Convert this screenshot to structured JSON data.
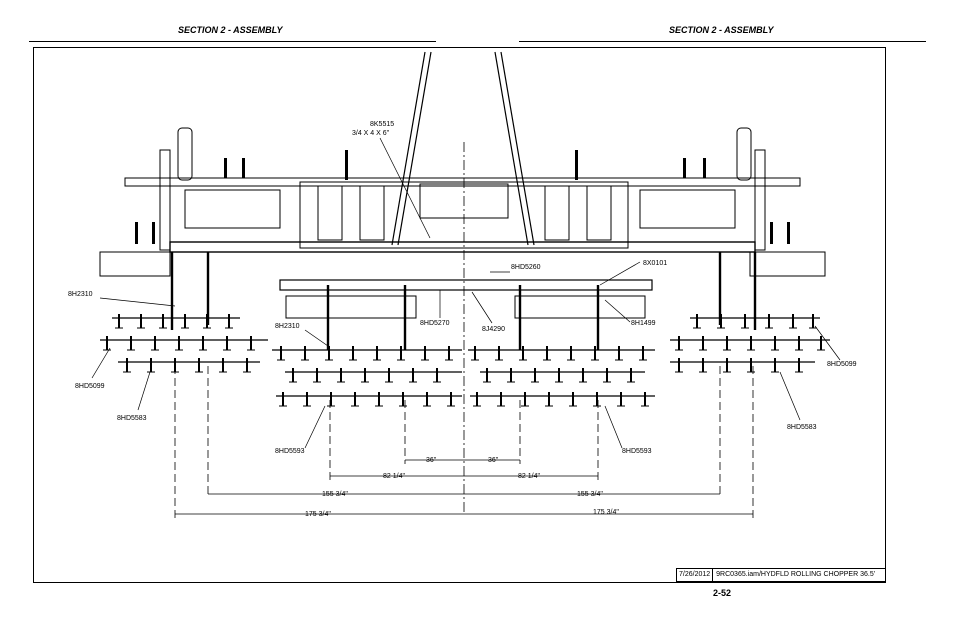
{
  "header": {
    "left": "SECTION 2 - ASSEMBLY",
    "right": "SECTION 2 - ASSEMBLY"
  },
  "callouts": {
    "hitch_pin": "8K5515",
    "hitch_pin_size": "3/4 X 4 X 6\"",
    "left_arm": "8H2310",
    "left_inner_arm": "8H2310",
    "center_bracket": "8HD5270",
    "center_plate": "8HD5260",
    "center_pin": "8J4290",
    "right_clip": "8X0101",
    "right_arm": "8H1499",
    "left_reel_upper": "8HD5099",
    "left_reel_lower": "8HD5583",
    "left_inner_reel": "8HD5593",
    "right_inner_reel": "8HD5593",
    "right_reel_upper": "8HD5099",
    "right_reel_lower": "8HD5583"
  },
  "dimensions": {
    "inner_left": "36\"",
    "inner_right": "36\"",
    "mid_left": "82 1/4\"",
    "mid_right": "82 1/4\"",
    "wide_left": "155 3/4\"",
    "wide_right": "155 3/4\"",
    "outer_left": "175 3/4\"",
    "outer_right": "175 3/4\""
  },
  "title_block": {
    "date": "7/26/2012",
    "file": "9RC0365.iam/HYDFLD ROLLING CHOPPER 36.5'"
  },
  "page_number": "2-52"
}
